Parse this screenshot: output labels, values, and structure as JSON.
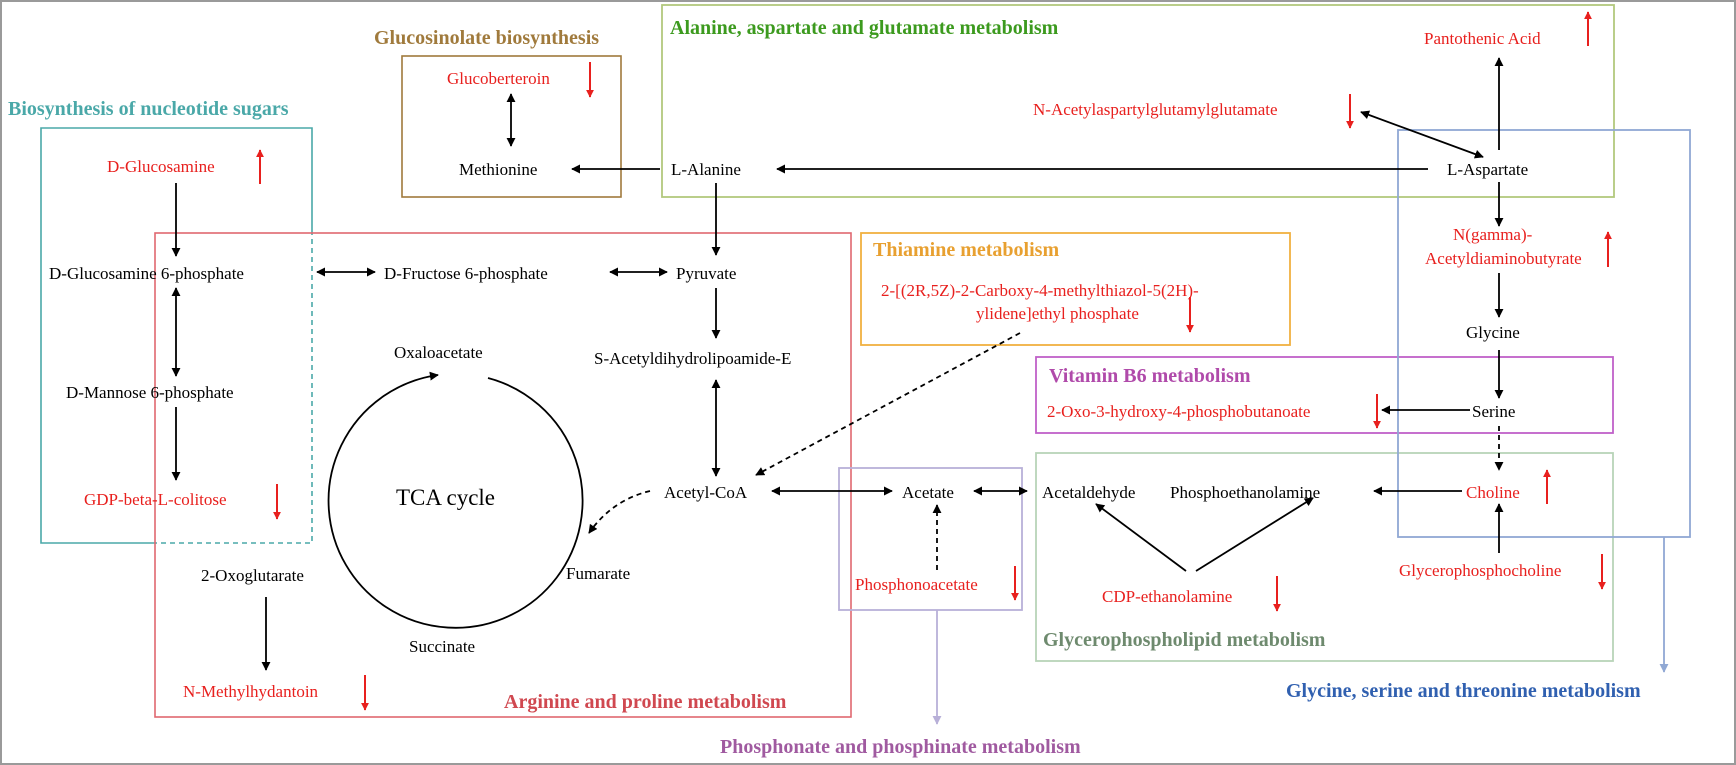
{
  "pathways": {
    "nucleotide_sugars": "Biosynthesis of nucleotide sugars",
    "glucosinolate": "Glucosinolate biosynthesis",
    "alanine": "Alanine, aspartate and glutamate metabolism",
    "thiamine": "Thiamine metabolism",
    "vitamin_b6": "Vitamin B6 metabolism",
    "arginine": "Arginine and proline metabolism",
    "phosphonate": "Phosphonate and phosphinate metabolism",
    "glycerophospholipid": "Glycerophospholipid metabolism",
    "glycine": "Glycine, serine and threonine metabolism"
  },
  "metabolites": {
    "pantothenic_acid": "Pantothenic Acid",
    "glucoberteroin": "Glucoberteroin",
    "n_acetylaspartyl": "N-Acetylaspartylglutamylglutamate",
    "d_glucosamine": "D-Glucosamine",
    "methionine": "Methionine",
    "l_alanine": "L-Alanine",
    "l_aspartate": "L-Aspartate",
    "glcn6p": "D-Glucosamine 6-phosphate",
    "fru6p": "D-Fructose 6-phosphate",
    "pyruvate": "Pyruvate",
    "n_gamma_1": "N(gamma)-",
    "n_gamma_2": "Acetyldiaminobutyrate",
    "thiazol_1": "2-[(2R,5Z)-2-Carboxy-4-methylthiazol-5(2H)-",
    "thiazol_2": "ylidene]ethyl phosphate",
    "glycine": "Glycine",
    "oxaloacetate": "Oxaloacetate",
    "s_acetyl": "S-Acetyldihydrolipoamide-E",
    "man6p": "D-Mannose 6-phosphate",
    "oxo_hydroxy": "2-Oxo-3-hydroxy-4-phosphobutanoate",
    "serine": "Serine",
    "tca_cycle": "TCA cycle",
    "gdp_colitose": "GDP-beta-L-colitose",
    "acetyl_coa": "Acetyl-CoA",
    "acetate": "Acetate",
    "acetaldehyde": "Acetaldehyde",
    "phosphoethanolamine": "Phosphoethanolamine",
    "choline": "Choline",
    "oxoglutarate": "2-Oxoglutarate",
    "fumarate": "Fumarate",
    "phosphonoacetate": "Phosphonoacetate",
    "glycerophosphocholine": "Glycerophosphocholine",
    "cdp_ethanolamine": "CDP-ethanolamine",
    "succinate": "Succinate",
    "n_methylhydantoin": "N-Methylhydantoin"
  },
  "colors": {
    "regulated_text": "#e8201e",
    "nucleotide_sugars": "#4aa8a8",
    "glucosinolate": "#a07a3c",
    "alanine": "#3c9a1e",
    "thiamine": "#e8a030",
    "vitamin_b6": "#b04aaa",
    "arginine": "#d04850",
    "phosphonate": "#a05aa0",
    "glycerophospholipid": "#6e8a6e",
    "glycine": "#3060b0"
  },
  "legend_icons": {
    "up": "red-up-arrow-icon",
    "down": "red-down-arrow-icon"
  }
}
